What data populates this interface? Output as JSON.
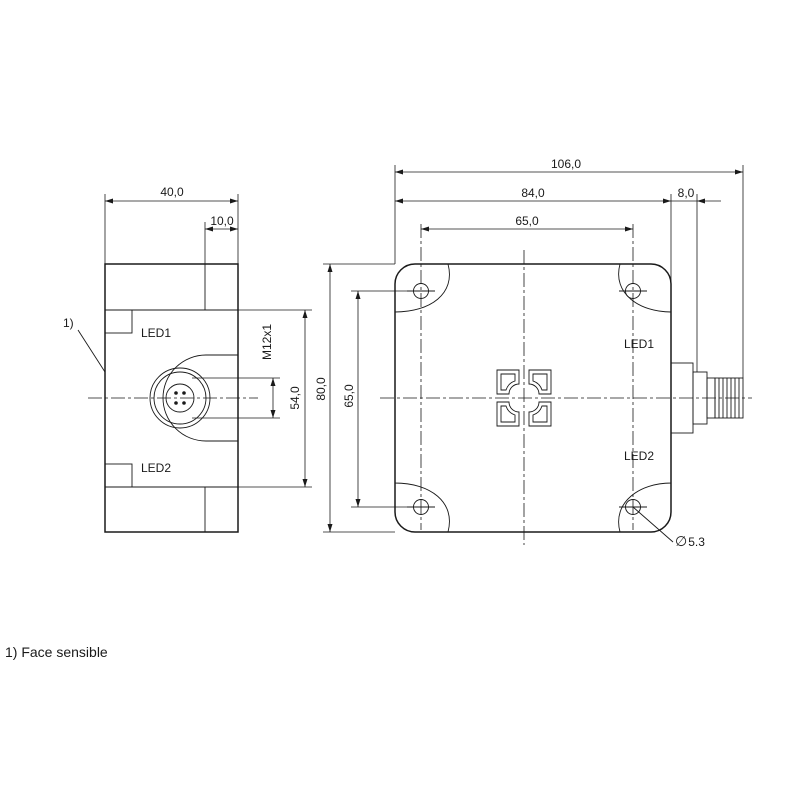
{
  "dimensions": {
    "side_width": "40,0",
    "side_connector_offset": "10,0",
    "thread": "M12x1",
    "side_height": "54,0",
    "overall_length": "106,0",
    "body_length": "84,0",
    "connector_length": "8,0",
    "hole_spacing_x": "65,0",
    "overall_height": "80,0",
    "hole_spacing_y": "65,0",
    "hole_diameter": "5.3",
    "diameter_symbol": "∅"
  },
  "labels": {
    "side_led1": "LED1",
    "side_led2": "LED2",
    "front_led1": "LED1",
    "front_led2": "LED2",
    "note_marker": "1)"
  },
  "footnote": "1) Face sensible"
}
